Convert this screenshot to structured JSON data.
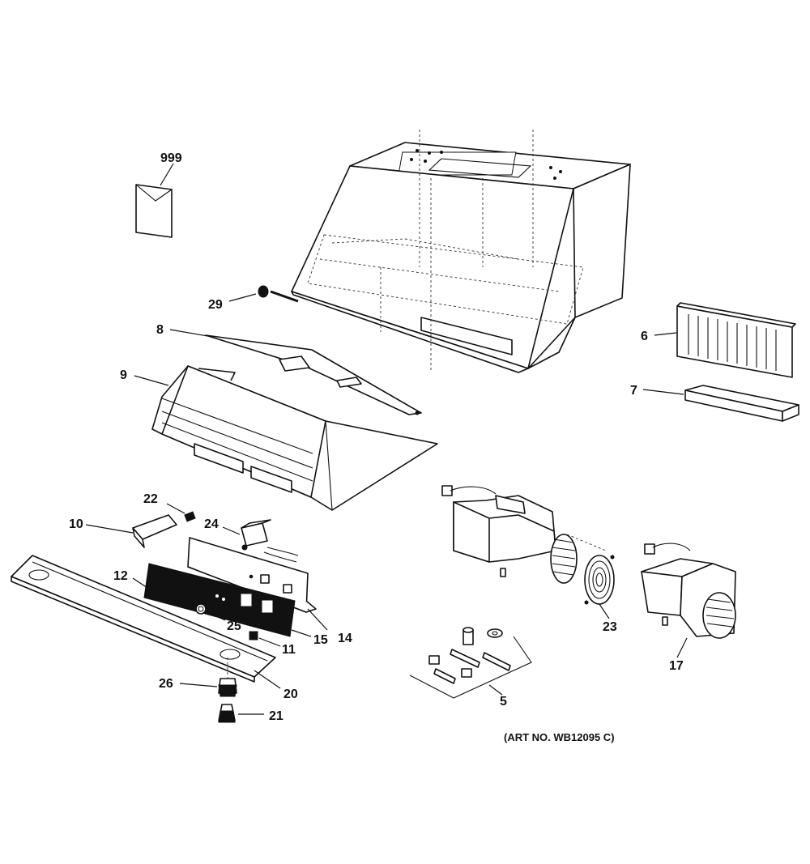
{
  "callouts": {
    "c999": "999",
    "c29": "29",
    "c8": "8",
    "c9": "9",
    "c6": "6",
    "c7": "7",
    "c22": "22",
    "c10": "10",
    "c24": "24",
    "c12": "12",
    "c25": "25",
    "c15": "15",
    "c14": "14",
    "c11": "11",
    "c26": "26",
    "c20": "20",
    "c21": "21",
    "c23": "23",
    "c17": "17",
    "c5": "5"
  },
  "art_number": "(ART NO. WB12095 C)",
  "colors": {
    "line": "#111111",
    "paper": "#ffffff"
  }
}
